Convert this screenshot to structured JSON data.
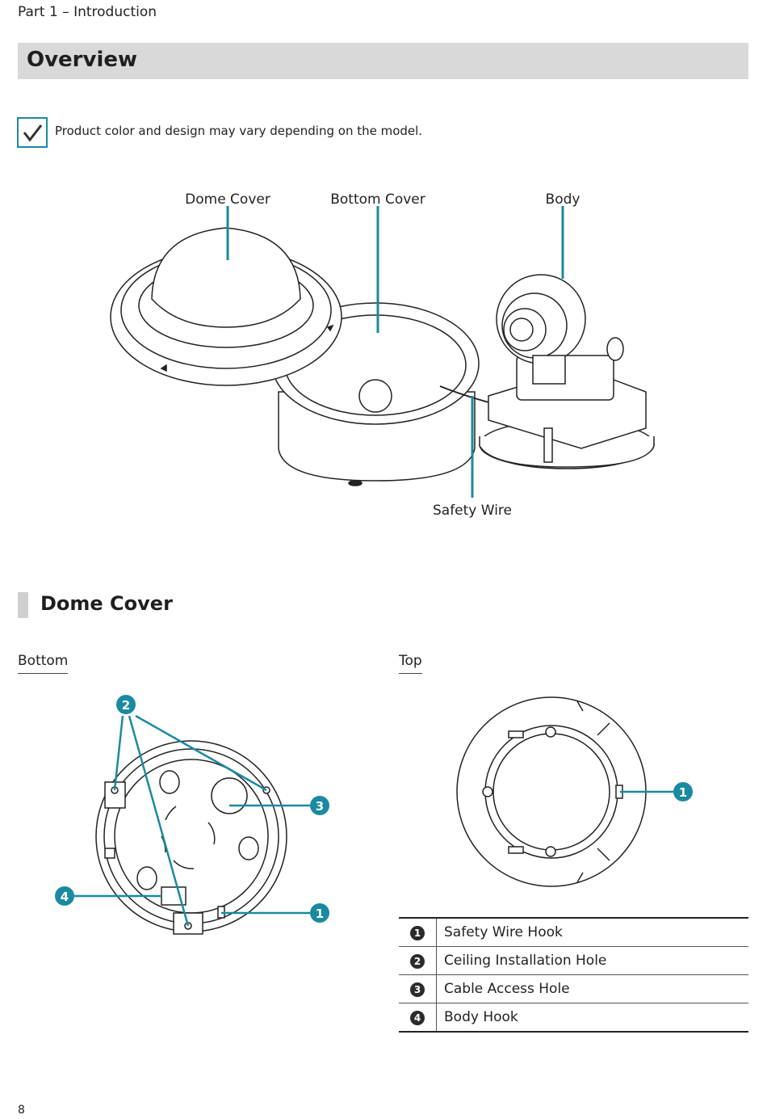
{
  "header": {
    "breadcrumb": "Part 1 – Introduction"
  },
  "overview": {
    "title": "Overview",
    "note": "Product color and design may vary depending on the model.",
    "callouts": {
      "dome_cover": "Dome Cover",
      "bottom_cover": "Bottom Cover",
      "body": "Body",
      "safety_wire": "Safety Wire"
    }
  },
  "dome_cover_section": {
    "title": "Dome Cover",
    "bottom_label": "Bottom",
    "top_label": "Top",
    "markers": {
      "one": "1",
      "two": "2",
      "three": "3",
      "four": "4"
    },
    "parts": [
      {
        "num": "1",
        "label": "Safety Wire Hook"
      },
      {
        "num": "2",
        "label": "Ceiling Installation Hole"
      },
      {
        "num": "3",
        "label": "Cable Access Hole"
      },
      {
        "num": "4",
        "label": "Body Hook"
      }
    ]
  },
  "colors": {
    "accent": "#1a8aa0",
    "section_bar": "#d9d9d9"
  },
  "footer": {
    "page_number": "8"
  }
}
